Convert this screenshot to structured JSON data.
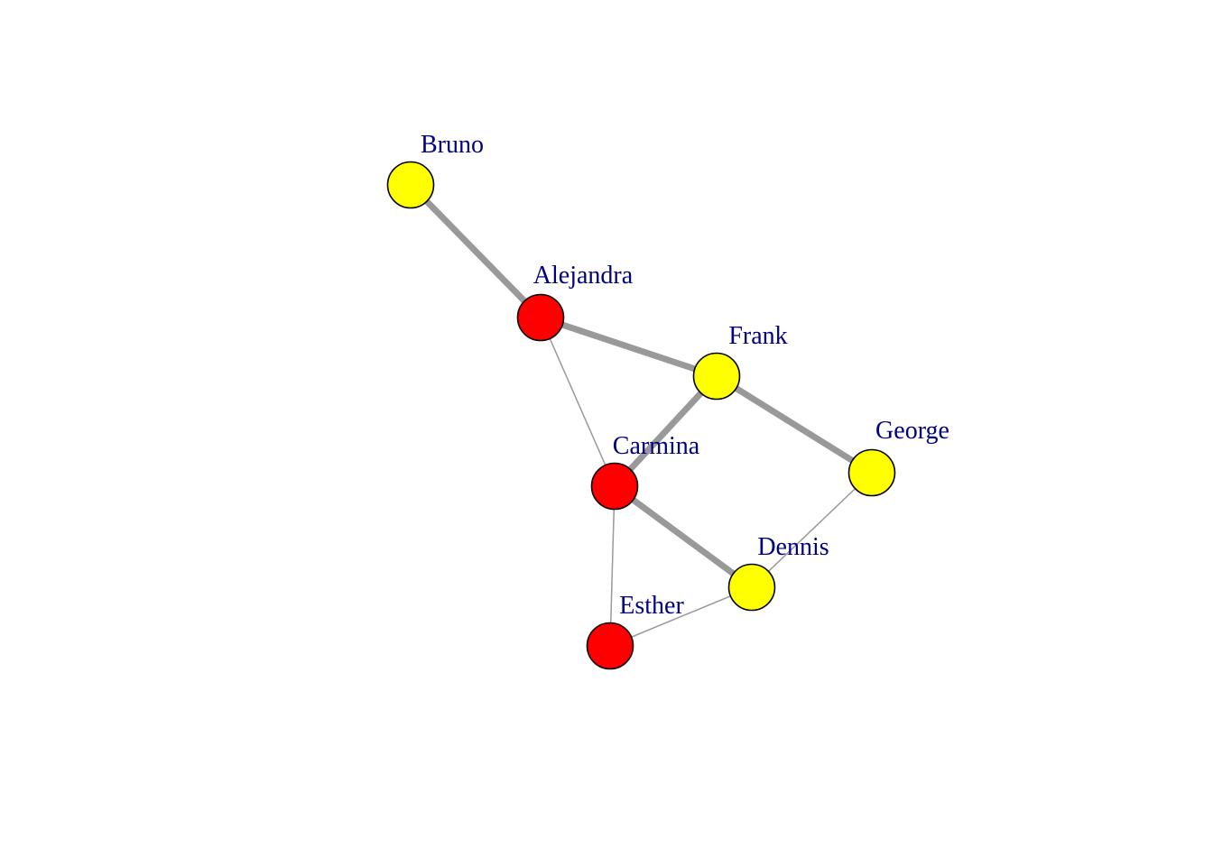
{
  "graph": {
    "nodes": [
      {
        "id": "Alejandra",
        "label": "Alejandra",
        "color": "#ff0000"
      },
      {
        "id": "Bruno",
        "label": "Bruno",
        "color": "#ffff00"
      },
      {
        "id": "Carmina",
        "label": "Carmina",
        "color": "#ff0000"
      },
      {
        "id": "Dennis",
        "label": "Dennis",
        "color": "#ffff00"
      },
      {
        "id": "Esther",
        "label": "Esther",
        "color": "#ff0000"
      },
      {
        "id": "Frank",
        "label": "Frank",
        "color": "#ffff00"
      },
      {
        "id": "George",
        "label": "George",
        "color": "#ffff00"
      }
    ],
    "edges": [
      {
        "source": "Bruno",
        "target": "Alejandra",
        "weight": "strong"
      },
      {
        "source": "Alejandra",
        "target": "Frank",
        "weight": "strong"
      },
      {
        "source": "Alejandra",
        "target": "Carmina",
        "weight": "weak"
      },
      {
        "source": "Frank",
        "target": "Carmina",
        "weight": "strong"
      },
      {
        "source": "Frank",
        "target": "George",
        "weight": "strong"
      },
      {
        "source": "Carmina",
        "target": "Dennis",
        "weight": "strong"
      },
      {
        "source": "Carmina",
        "target": "Esther",
        "weight": "weak"
      },
      {
        "source": "George",
        "target": "Dennis",
        "weight": "weak"
      },
      {
        "source": "Dennis",
        "target": "Esther",
        "weight": "weak"
      }
    ],
    "colors": {
      "edge": "#999999",
      "label": "#000080",
      "node_outline": "#000000"
    }
  }
}
